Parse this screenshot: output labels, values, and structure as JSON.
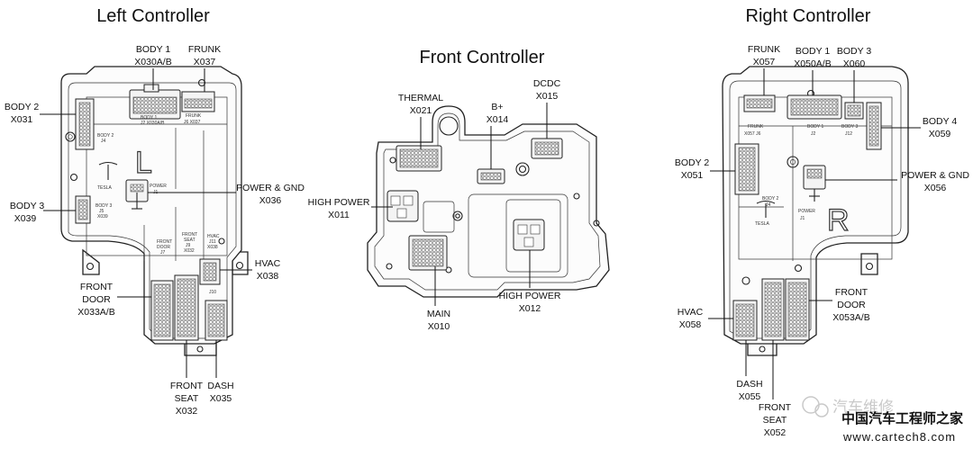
{
  "titles": {
    "left": "Left Controller",
    "front": "Front Controller",
    "right": "Right Controller"
  },
  "left": {
    "body1": {
      "name": "BODY 1",
      "code": "X030A/B"
    },
    "frunk": {
      "name": "FRUNK",
      "code": "X037"
    },
    "body2": {
      "name": "BODY 2",
      "code": "X031"
    },
    "power_gnd": {
      "name": "POWER & GND",
      "code": "X036"
    },
    "body3": {
      "name": "BODY 3",
      "code": "X039"
    },
    "hvac": {
      "name": "HVAC",
      "code": "X038"
    },
    "front_door": {
      "line1": "FRONT",
      "line2": "DOOR",
      "code": "X033A/B"
    },
    "front_seat": {
      "line1": "FRONT",
      "line2": "SEAT",
      "code": "X032"
    },
    "dash": {
      "name": "DASH",
      "code": "X035"
    },
    "board_letter": "L",
    "board": {
      "frunk_j6": "FRUNK",
      "frunk_j6b": "J6  X037",
      "body1_j2": "BODY 1",
      "body1_j2b": "J2 X030A/B",
      "body2_j4": "BODY 2",
      "body2_j4b": "J4",
      "body3_j5": "BODY 3",
      "body3_j5b": "J5",
      "body3_j5c": "X039",
      "tesla": "TESLA",
      "power_j1": "POWER",
      "power_j1b": "J1",
      "front_door_j7": "FRONT",
      "front_door_j7b": "DOOR",
      "front_door_j7c": "J7",
      "front_seat_j9": "FRONT",
      "front_seat_j9b": "SEAT",
      "front_seat_j9c": "J9",
      "front_seat_j9d": "X032",
      "hvac_j11": "HVAC",
      "hvac_j11b": "J11",
      "hvac_j11c": "X038",
      "dash_j10": "J10"
    }
  },
  "front": {
    "thermal": {
      "name": "THERMAL",
      "code": "X021"
    },
    "bplus": {
      "name": "B+",
      "code": "X014"
    },
    "dcdc": {
      "name": "DCDC",
      "code": "X015"
    },
    "high_power_l": {
      "name": "HIGH POWER",
      "code": "X011"
    },
    "main": {
      "name": "MAIN",
      "code": "X010"
    },
    "high_power_r": {
      "name": "HIGH POWER",
      "code": "X012"
    }
  },
  "right": {
    "frunk": {
      "name": "FRUNK",
      "code": "X057"
    },
    "body1": {
      "name": "BODY 1",
      "code": "X050A/B"
    },
    "body3": {
      "name": "BODY 3",
      "code": "X060"
    },
    "body4": {
      "name": "BODY 4",
      "code": "X059"
    },
    "body2": {
      "name": "BODY 2",
      "code": "X051"
    },
    "power_gnd": {
      "name": "POWER & GND",
      "code": "X056"
    },
    "hvac": {
      "name": "HVAC",
      "code": "X058"
    },
    "front_door": {
      "line1": "FRONT",
      "line2": "DOOR",
      "code": "X053A/B"
    },
    "dash": {
      "name": "DASH",
      "code": "X055"
    },
    "front_seat": {
      "line1": "FRONT",
      "line2": "SEAT",
      "code": "X052"
    },
    "board_letter": "R",
    "board": {
      "frunk_j6": "FRUNK",
      "frunk_j6b": "X057  J6",
      "body1_j2": "BODY 1",
      "body1_j2b": "J2",
      "body3_j12": "BODY 3",
      "body3_j12b": "J12",
      "body2_j4": "BODY 2",
      "body2_j4b": "J4",
      "tesla": "TESLA",
      "power_j1": "POWER",
      "power_j1b": "J1"
    }
  },
  "watermark": {
    "brand": "汽车维修",
    "cn": "中国汽车工程师之家",
    "url": "www.cartech8.com"
  }
}
